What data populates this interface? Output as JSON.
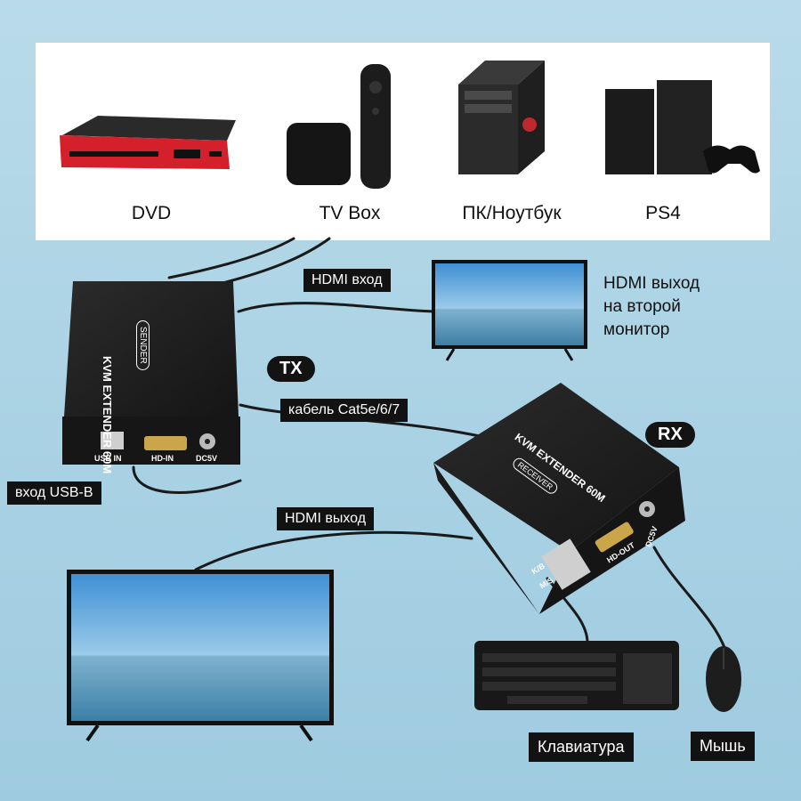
{
  "sources": [
    {
      "label": "DVD",
      "icon": "dvd-player-icon"
    },
    {
      "label": "TV Box",
      "icon": "tv-box-icon"
    },
    {
      "label": "ПК/Ноутбук",
      "icon": "pc-tower-icon"
    },
    {
      "label": "PS4",
      "icon": "ps4-console-icon"
    }
  ],
  "labels": {
    "hdmi_in": "HDMI вход",
    "cable": "кабель Cat5e/6/7",
    "usb_in": "вход USB-B",
    "hdmi_out": "HDMI выход",
    "second_monitor": [
      "HDMI выход",
      "на второй",
      "монитор"
    ],
    "keyboard": "Клавиатура",
    "mouse": "Мышь"
  },
  "badges": {
    "tx": "TX",
    "rx": "RX"
  },
  "sender": {
    "title": "KVM EXTENDER 60M",
    "subtitle": "SENDER",
    "ports": {
      "usb": "USB IN",
      "hdmi": "HD-IN",
      "power": "DC5V"
    }
  },
  "receiver": {
    "title": "KVM EXTENDER 60M",
    "subtitle": "RECEIVER",
    "ports": {
      "kb": "K/B",
      "ms": "M/S",
      "hdmi": "HD-OUT",
      "power": "DC5V"
    }
  },
  "colors": {
    "background": "#aed4e6",
    "tag": "#121212",
    "device": "#1c1c1c"
  }
}
